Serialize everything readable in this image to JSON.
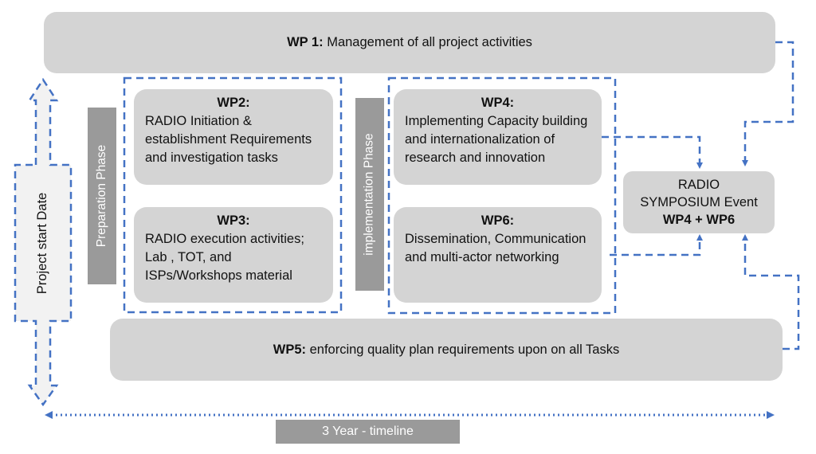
{
  "wp1": {
    "label": "WP 1:",
    "text": "Management of all project activities"
  },
  "wp2": {
    "label": "WP2:",
    "text": "RADIO Initiation & establishment Requirements and investigation tasks"
  },
  "wp3": {
    "label": "WP3:",
    "text": "RADIO execution activities; Lab , TOT, and ISPs/Workshops material"
  },
  "wp4": {
    "label": "WP4:",
    "text": "Implementing Capacity building and internationalization of research and innovation"
  },
  "wp6": {
    "label": "WP6:",
    "text": "Dissemination, Communication and multi-actor networking"
  },
  "wp5": {
    "label": "WP5:",
    "text": "enforcing quality plan requirements upon on all Tasks"
  },
  "phases": {
    "preparation": "Preparation Phase",
    "implementation": "implementation Phase"
  },
  "symposium": {
    "line1": "RADIO",
    "line2": "SYMPOSIUM Event",
    "line3": "WP4 + WP6"
  },
  "start": "Project start Date",
  "timeline": "3 Year - timeline",
  "colors": {
    "box": "#d4d4d4",
    "phase": "#9a9a9a",
    "connector": "#4472c4"
  }
}
